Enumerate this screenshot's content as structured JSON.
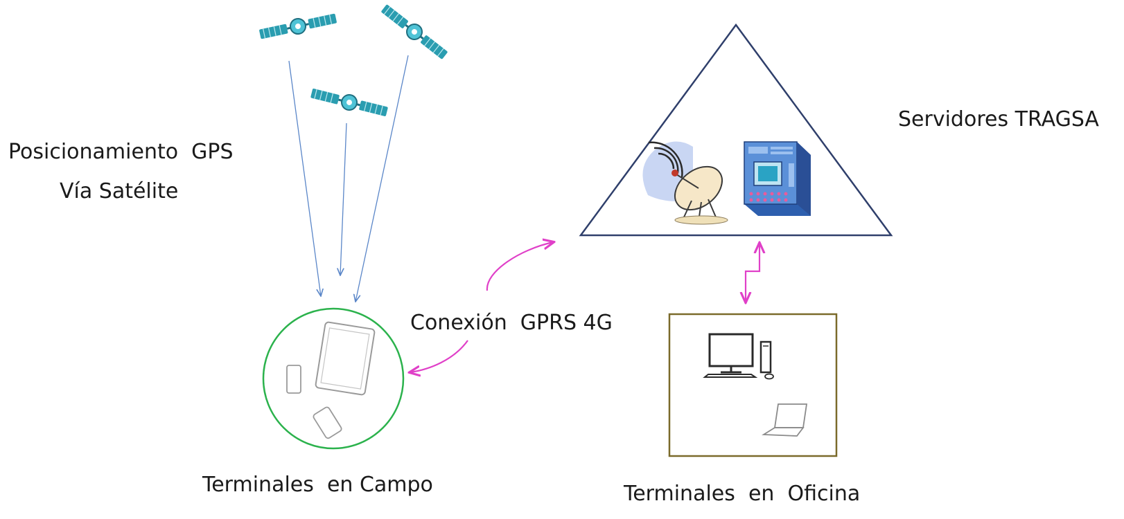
{
  "labels": {
    "gps_line1": "Posicionamiento  GPS",
    "gps_line2": "Vía Satélite",
    "servers": "Servidores TRAGSA",
    "connection": "Conexión  GPRS 4G",
    "field_terminals": "Terminales  en Campo",
    "office_terminals": "Terminales  en  Oficina"
  },
  "colors": {
    "triangle": "#2f3f6b",
    "circle": "#2bb24c",
    "office_box": "#7a6a2a",
    "signal_arrow": "#5a86c8",
    "gprs_arrow": "#e040c8",
    "satellite": "#2a9db0",
    "server_blue": "#3c74c6",
    "device_line": "#9a9a9a"
  },
  "icons": [
    "satellite-icon",
    "satellite-dish-icon",
    "server-tower-icon",
    "tablet-icon",
    "smartphone-icon",
    "desktop-pc-icon",
    "laptop-icon"
  ]
}
